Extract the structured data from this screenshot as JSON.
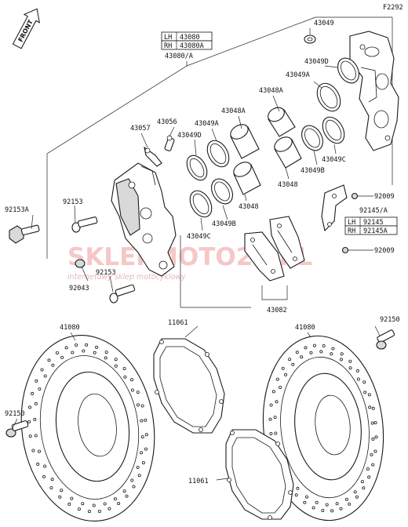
{
  "figure": {
    "code": "F2292",
    "front_label": "FRONT"
  },
  "caliper_assy": {
    "header_rows": [
      {
        "side": "LH",
        "part": "43080"
      },
      {
        "side": "RH",
        "part": "43080A"
      }
    ],
    "assembly_ref": "43080/A"
  },
  "bracket_assy": {
    "header_rows": [
      {
        "side": "LH",
        "part": "92145"
      },
      {
        "side": "RH",
        "part": "92145A"
      }
    ]
  },
  "part_labels": {
    "p43049": "43049",
    "p43049d_r": "43049D",
    "p43049a_r": "43049A",
    "p43048a_r": "43048A",
    "p43048a_l": "43048A",
    "p43056": "43056",
    "p43057": "43057",
    "p43049a_l": "43049A",
    "p43049d_l": "43049D",
    "p43049c_r": "43049C",
    "p43049b_r": "43049B",
    "p43048_r": "43048",
    "p43048_l": "43048",
    "p43049b_l": "43049B",
    "p43049c_l": "43049C",
    "p92009_t": "92009",
    "p92145_ref": "92145/A",
    "p92009_b": "92009",
    "p92153a": "92153A",
    "p92153_t": "92153",
    "p92153_b": "92153",
    "p92043": "92043",
    "p43082": "43082",
    "p41080_l": "41080",
    "p11061_t": "11061",
    "p41080_r": "41080",
    "p92150_r": "92150",
    "p92150_l": "92150",
    "p11061_b": "11061"
  },
  "watermark": {
    "brand": "SKLEPMOTO24.PL",
    "tagline": "internetowy sklep motocyklowy"
  }
}
